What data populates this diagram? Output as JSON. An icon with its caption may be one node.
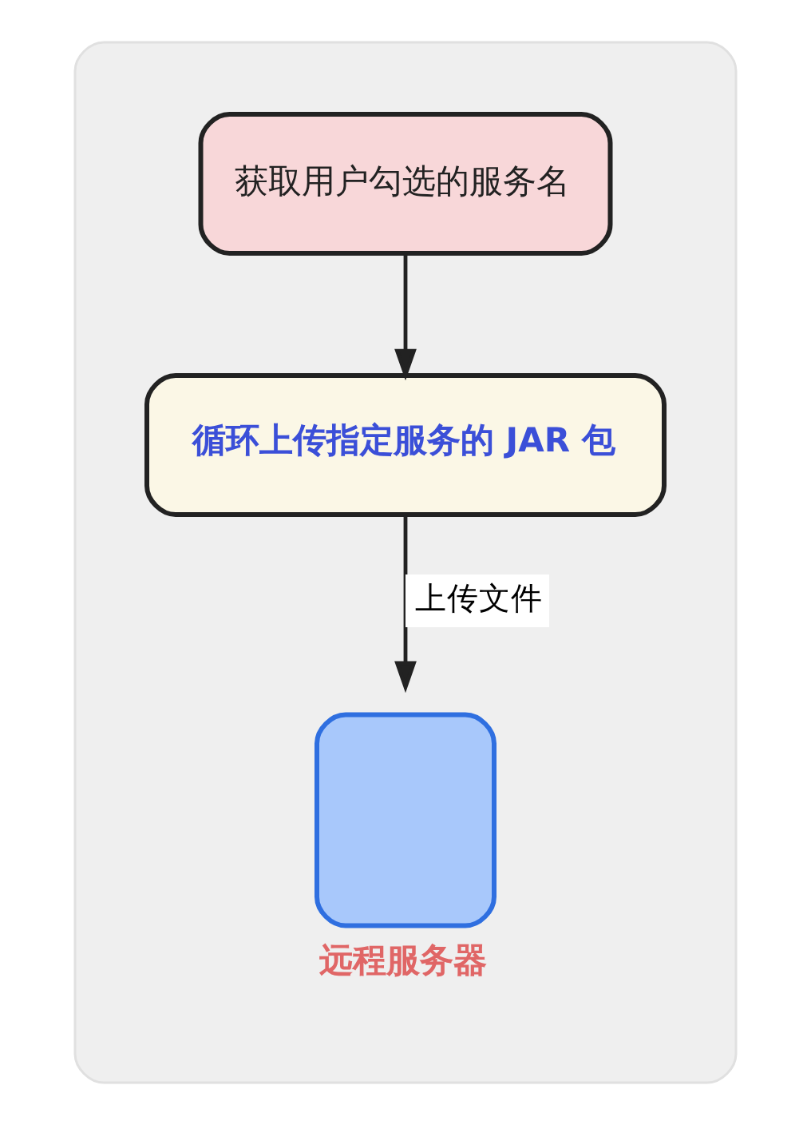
{
  "diagram": {
    "nodes": [
      {
        "text": [],
        "shape": "box"
      },
      {
        "text": [
          "获取用户勾选的服务名"
        ],
        "in": 0
      },
      {
        "text": [
          "循环上传指定服务的 JAR 包"
        ],
        "in": 0
      },
      {
        "text": [
          "远程服务器"
        ],
        "in": 0
      }
    ],
    "edges": [
      {
        "from": 1,
        "to": 2,
        "arrow": "to"
      },
      {
        "from": 2,
        "to": 3,
        "arrow": "to",
        "label": "上传文件"
      }
    ]
  }
}
